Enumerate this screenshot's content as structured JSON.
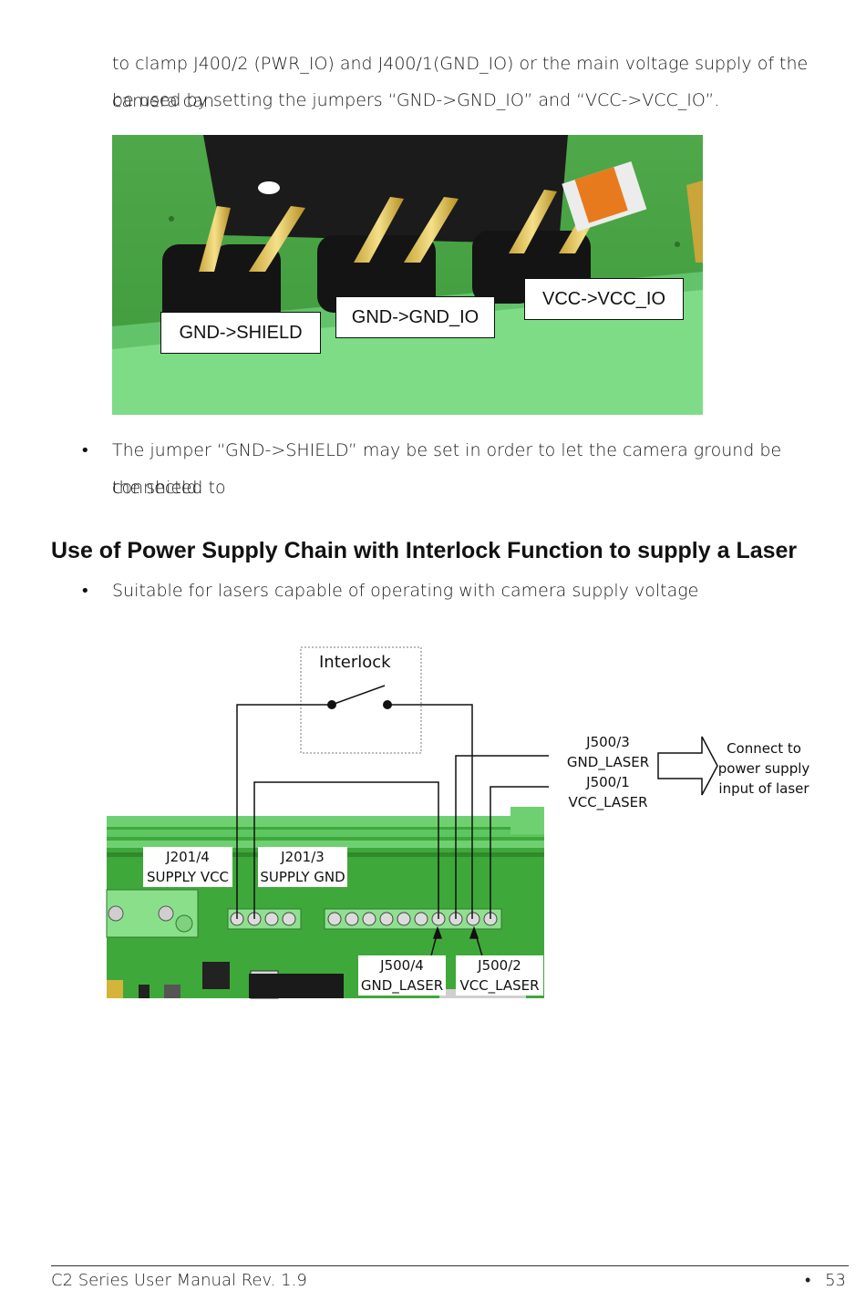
{
  "intro": {
    "line1": "to clamp J400/2 (PWR_IO) and J400/1(GND_IO) or the main voltage supply of the camera can",
    "line2": "be used by setting the jumpers “GND->GND_IO” and “VCC->VCC_IO”."
  },
  "photo": {
    "labels": {
      "gnd_shield": "GND->SHIELD",
      "gnd_io": "GND->GND_IO",
      "vcc_io": "VCC->VCC_IO"
    }
  },
  "bullet1": {
    "marker": "•",
    "line1": "The jumper “GND->SHIELD” may be set in order to let the camera ground be connected to",
    "line2": "the shield."
  },
  "section": {
    "heading": "Use of Power Supply Chain with Interlock Function to supply a Laser"
  },
  "bullet2": {
    "marker": "•",
    "text": "Suitable for lasers capable of operating with camera supply voltage"
  },
  "diagram": {
    "interlock": "Interlock",
    "j500_3": "J500/3",
    "gnd_laser_top": "GND_LASER",
    "j500_1": "J500/1",
    "vcc_laser_top": "VCC_LASER",
    "connect_line1": "Connect to",
    "connect_line2": "power supply",
    "connect_line3": "input of laser",
    "j201_4": "J201/4",
    "supply_vcc": "SUPPLY VCC",
    "j201_3": "J201/3",
    "supply_gnd": "SUPPLY GND",
    "j500_4": "J500/4",
    "gnd_laser_bottom": "GND_LASER",
    "j500_2": "J500/2",
    "vcc_laser_bottom": "VCC_LASER"
  },
  "footer": {
    "title": "C2 Series User Manual Rev. 1.9",
    "bullet": "•",
    "page": "53"
  }
}
